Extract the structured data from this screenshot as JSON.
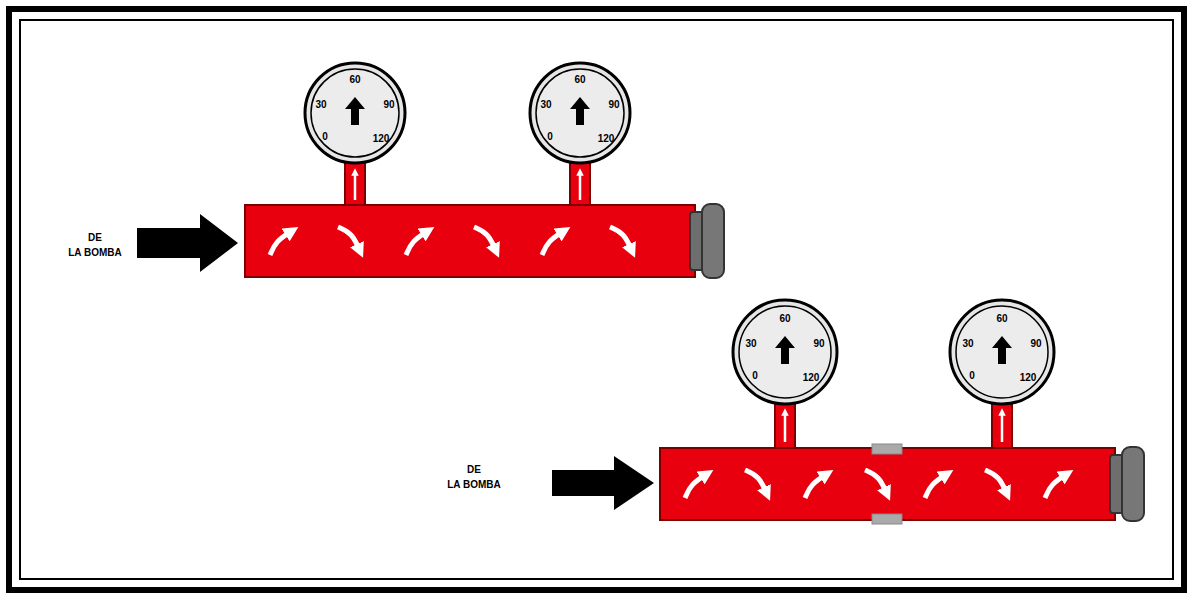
{
  "diagram": {
    "nodes": [
      {
        "text": [
          "60",
          "30",
          "90",
          "0",
          "120"
        ]
      },
      {
        "text": [
          "60",
          "30",
          "90",
          "0",
          "120"
        ]
      },
      {
        "text": [
          "60",
          "30",
          "90",
          "0",
          "120"
        ]
      },
      {
        "text": [
          "60",
          "30",
          "90",
          "0",
          "120"
        ]
      }
    ],
    "labels": [
      "DE",
      "LA BOMBA",
      "DE",
      "LA BOMBA"
    ]
  }
}
